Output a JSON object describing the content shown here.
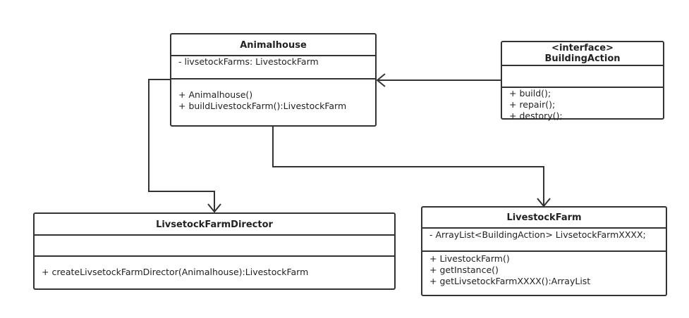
{
  "classes": {
    "animalhouse": {
      "name": "Animalhouse",
      "attributes": [
        "- livsetockFarms: LivestockFarm"
      ],
      "operations": [
        "+ Animalhouse()",
        "+ buildLivestockFarm():LivestockFarm"
      ]
    },
    "building_action": {
      "stereotype": "<interface>",
      "name": "BuildingAction",
      "attributes": [],
      "operations": [
        "+ build();",
        "+ repair();",
        "+ destory();"
      ]
    },
    "director": {
      "name": "LivsetockFarmDirector",
      "attributes": [],
      "operations": [
        "+ createLivsetockFarmDirector(Animalhouse):LivestockFarm"
      ]
    },
    "livestock_farm": {
      "name": "LivestockFarm",
      "attributes": [
        "- ArrayList<BuildingAction> LivsetockFarmXXXX;"
      ],
      "operations": [
        "+ LivestockFarm()",
        "+ getInstance()",
        "+ getLivsetockFarmXXXX():ArrayList"
      ]
    }
  },
  "colors": {
    "line": "#333333",
    "background": "#ffffff"
  }
}
